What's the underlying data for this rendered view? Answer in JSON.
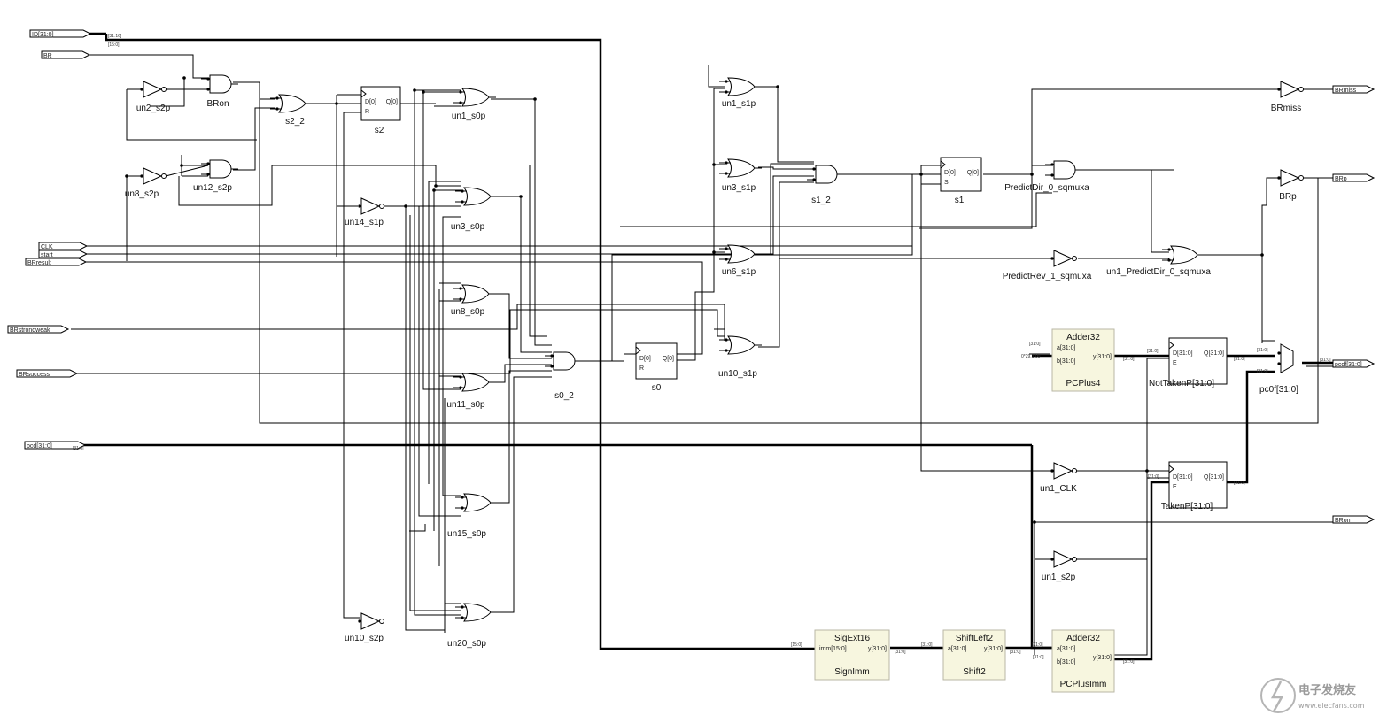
{
  "inputs": [
    {
      "id": "in_ID",
      "label": "ID[31:0]"
    },
    {
      "id": "in_BR",
      "label": "BR"
    },
    {
      "id": "in_CLK",
      "label": "CLK"
    },
    {
      "id": "in_start",
      "label": "start"
    },
    {
      "id": "in_BRresult",
      "label": "BRresult"
    },
    {
      "id": "in_BRstrongweak",
      "label": "BRstrongweak"
    },
    {
      "id": "in_BRsuccess",
      "label": "BRsuccess"
    },
    {
      "id": "in_pcd",
      "label": "pcd[31:0]"
    }
  ],
  "outputs": [
    {
      "id": "out_BRmiss",
      "label": "BRmiss"
    },
    {
      "id": "out_BRp",
      "label": "BRp"
    },
    {
      "id": "out_pcdf",
      "label": "pcdf[31:0]"
    },
    {
      "id": "out_BRon",
      "label": "BRon"
    }
  ],
  "gates": [
    {
      "id": "g_un2_s2p",
      "label": "un2_s2p"
    },
    {
      "id": "g_un8_s2p",
      "label": "un8_s2p"
    },
    {
      "id": "g_BRon",
      "label": "BRon"
    },
    {
      "id": "g_un12_s2p",
      "label": "un12_s2p"
    },
    {
      "id": "g_s2_2",
      "label": "s2_2"
    },
    {
      "id": "g_un14_s1p",
      "label": "un14_s1p"
    },
    {
      "id": "g_un1_s0p",
      "label": "un1_s0p"
    },
    {
      "id": "g_un3_s0p",
      "label": "un3_s0p"
    },
    {
      "id": "g_un8_s0p",
      "label": "un8_s0p"
    },
    {
      "id": "g_un11_s0p",
      "label": "un11_s0p"
    },
    {
      "id": "g_un15_s0p",
      "label": "un15_s0p"
    },
    {
      "id": "g_un20_s0p",
      "label": "un20_s0p"
    },
    {
      "id": "g_un10_s2p",
      "label": "un10_s2p"
    },
    {
      "id": "g_s0_2",
      "label": "s0_2"
    },
    {
      "id": "g_un1_s1p",
      "label": "un1_s1p"
    },
    {
      "id": "g_un3_s1p",
      "label": "un3_s1p"
    },
    {
      "id": "g_un6_s1p",
      "label": "un6_s1p"
    },
    {
      "id": "g_un10_s1p",
      "label": "un10_s1p"
    },
    {
      "id": "g_s1_2",
      "label": "s1_2"
    },
    {
      "id": "g_BRmiss",
      "label": "BRmiss"
    },
    {
      "id": "g_BRp",
      "label": "BRp"
    },
    {
      "id": "g_PredictDir",
      "label": "PredictDir_0_sqmuxa"
    },
    {
      "id": "g_PredictRev",
      "label": "PredictRev_1_sqmuxa"
    },
    {
      "id": "g_un1_PredictDir",
      "label": "un1_PredictDir_0_sqmuxa"
    },
    {
      "id": "g_un1_CLK",
      "label": "un1_CLK"
    },
    {
      "id": "g_un1_s2p",
      "label": "un1_s2p"
    },
    {
      "id": "g_pcOf",
      "label": "pc0f[31:0]"
    }
  ],
  "flipflops": [
    {
      "id": "ff_s2",
      "label": "s2",
      "pin_d": "D[0]",
      "pin_q": "Q[0]",
      "pin_x": "R"
    },
    {
      "id": "ff_s0",
      "label": "s0",
      "pin_d": "D[0]",
      "pin_q": "Q[0]",
      "pin_x": "R"
    },
    {
      "id": "ff_s1",
      "label": "s1",
      "pin_d": "D[0]",
      "pin_q": "Q[0]",
      "pin_x": "S"
    },
    {
      "id": "ff_NotTakenP",
      "label": "NotTakenP[31:0]",
      "pin_d": "D[31:0]",
      "pin_q": "Q[31:0]",
      "pin_x": "E"
    },
    {
      "id": "ff_TakenP",
      "label": "TakenP[31:0]",
      "pin_d": "D[31:0]",
      "pin_q": "Q[31:0]",
      "pin_x": "E"
    }
  ],
  "blocks": [
    {
      "id": "b_PCPlus4",
      "type": "Adder32",
      "name": "PCPlus4",
      "pin_a": "a[31:0]",
      "pin_b": "b[31:0]",
      "pin_y": "y[31:0]"
    },
    {
      "id": "b_PCPlusImm",
      "type": "Adder32",
      "name": "PCPlusImm",
      "pin_a": "a[31:0]",
      "pin_b": "b[31:0]",
      "pin_y": "y[31:0]"
    },
    {
      "id": "b_SignImm",
      "type": "SigExt16",
      "name": "SignImm",
      "pin_a": "imm[15:0]",
      "pin_y": "y[31:0]"
    },
    {
      "id": "b_Shift2",
      "type": "ShiftLeft2",
      "name": "Shift2",
      "pin_a": "a[31:0]",
      "pin_y": "y[31:0]"
    }
  ],
  "bus_labels": {
    "id_hi": "[31:16]",
    "id_lo": "[15:0]",
    "pcd": "[31:0]",
    "imm_in": "[15:0]",
    "w31_0": "[31:0]",
    "const4": "0*29,1,00"
  },
  "watermark": {
    "title": "电子发烧友",
    "url": "www.elecfans.com"
  },
  "colors": {
    "block_fill": "#f7f6df",
    "block_stroke": "#b9b7a6",
    "wire": "#000000"
  }
}
